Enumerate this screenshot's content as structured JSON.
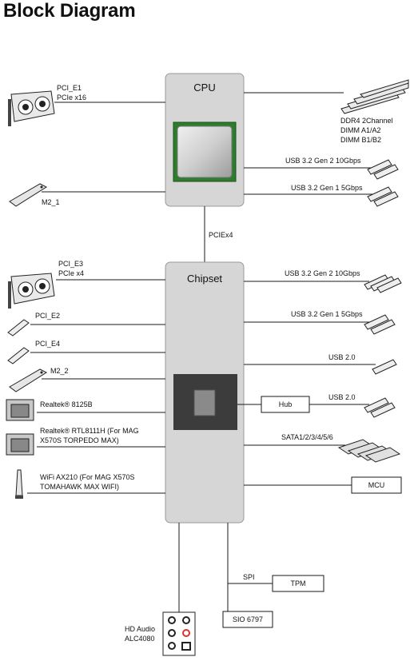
{
  "title": "Block Diagram",
  "cpu": {
    "label": "CPU",
    "left": [
      {
        "line1": "PCI_E1",
        "line2": "PCIe x16",
        "icon": "graphics-card-icon"
      },
      {
        "line1": "M2_1",
        "line2": "",
        "icon": "m2-ssd-icon"
      }
    ],
    "right": [
      {
        "lines": [
          "DDR4 2Channel",
          "DIMM A1/A2",
          "DIMM B1/B2"
        ],
        "icon": "dimm-memory-icon"
      },
      {
        "lines": [
          "USB 3.2 Gen 2 10Gbps"
        ],
        "icon": "usb-drive-icon"
      },
      {
        "lines": [
          "USB 3.2 Gen 1 5Gbps"
        ],
        "icon": "usb-drive-icon"
      }
    ]
  },
  "link": {
    "label": "PCIEx4"
  },
  "chipset": {
    "label": "Chipset",
    "left": [
      {
        "lines": [
          "PCI_E3",
          "PCIe x4"
        ],
        "icon": "graphics-card-icon"
      },
      {
        "lines": [
          "PCI_E2"
        ],
        "icon": "pcie-slot-icon"
      },
      {
        "lines": [
          "PCI_E4"
        ],
        "icon": "pcie-slot-icon"
      },
      {
        "lines": [
          "M2_2"
        ],
        "icon": "m2-ssd-icon"
      },
      {
        "lines": [
          "Realtek® 8125B"
        ],
        "icon": "ethernet-port-icon"
      },
      {
        "lines": [
          "Realtek® RTL8111H (For MAG",
          "X570S TORPEDO MAX)"
        ],
        "icon": "ethernet-port-icon"
      },
      {
        "lines": [
          "WiFi AX210 (For MAG X570S",
          "TOMAHAWK MAX WIFI)"
        ],
        "icon": "wifi-antenna-icon"
      }
    ],
    "right": [
      {
        "lines": [
          "USB 3.2 Gen 2 10Gbps"
        ],
        "icon": "usb-drive-icon"
      },
      {
        "lines": [
          "USB 3.2 Gen 1 5Gbps"
        ],
        "icon": "usb-drive-icon"
      },
      {
        "lines": [
          "USB 2.0"
        ],
        "icon": "usb-drive-icon"
      },
      {
        "lines": [
          "USB 2.0"
        ],
        "icon": "usb-drive-icon"
      },
      {
        "lines": [
          "SATA1/2/3/4/5/6"
        ],
        "icon": "sata-drive-icon"
      }
    ],
    "hub": "Hub",
    "mcu": "MCU"
  },
  "bottom": {
    "spi": "SPI",
    "tpm": "TPM",
    "sio": "SIO 6797",
    "audio": [
      "HD Audio",
      "ALC4080"
    ]
  },
  "colors": {
    "box_fill": "#d6d6d6",
    "chip_dark": "#3c3c3c",
    "line": "#1a1a1a"
  }
}
